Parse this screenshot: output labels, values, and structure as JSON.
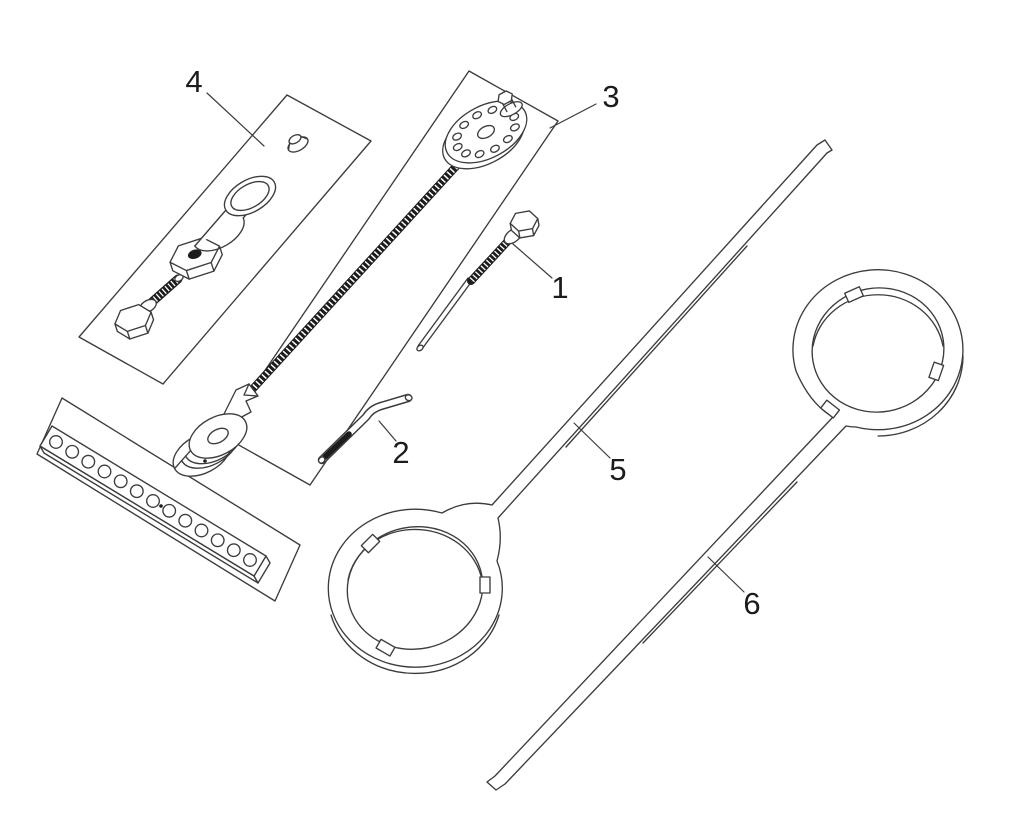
{
  "figure": {
    "kind": "exploded-parts-diagram",
    "background_color": "#ffffff",
    "line_color": "#3c3c3c",
    "label_color": "#1c1c1c",
    "thread_color": "#1c1c1c"
  },
  "callouts": [
    {
      "label": "1",
      "part": "hex-bolt"
    },
    {
      "label": "2",
      "part": "l-shaped-hex-key"
    },
    {
      "label": "3",
      "part": "threaded-spindle-with-drilled-disc"
    },
    {
      "label": "4",
      "part": "adapter-sleeve-nut-and-bolt-kit"
    },
    {
      "label": "5",
      "part": "ring-holding-wrench-upper"
    },
    {
      "label": "6",
      "part": "ring-holding-wrench-lower"
    }
  ]
}
